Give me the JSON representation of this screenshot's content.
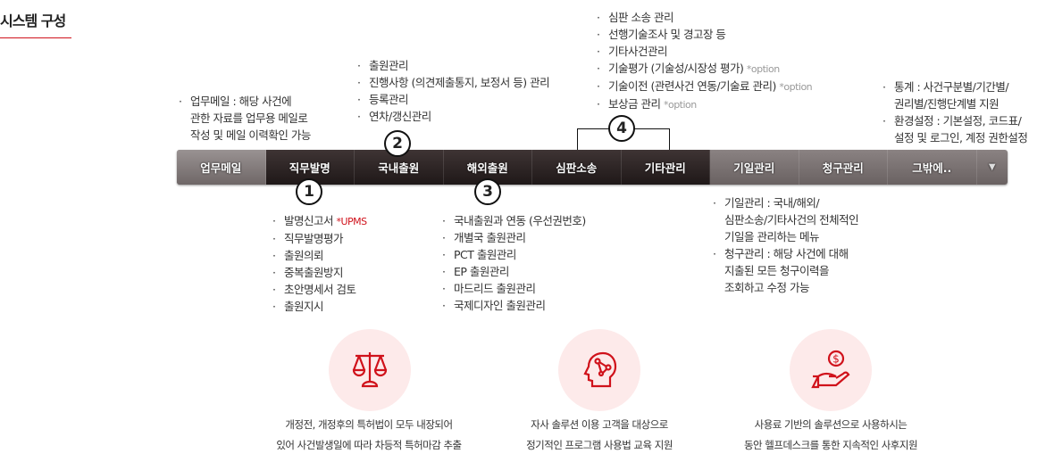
{
  "title": "시스템 구성",
  "nav": [
    "업무메일",
    "직무발명",
    "국내출원",
    "해외출원",
    "심판소송",
    "기타관리",
    "기일관리",
    "청구관리",
    "그밖에.."
  ],
  "badges": [
    "1",
    "2",
    "3",
    "4"
  ],
  "mail_note": [
    "업무메일 : 해당 사건에",
    "관한 자료를 업무용 메일로",
    "작성 및 메일 이력확인 가능"
  ],
  "domestic": [
    "출원관리",
    "진행사항 (의견제출통지, 보정서 등) 관리",
    "등록관리",
    "연차/갱신관리"
  ],
  "litigation": [
    {
      "t": "심판 소송 관리"
    },
    {
      "t": "선행기술조사 및 경고장 등"
    },
    {
      "t": "기타사건관리"
    },
    {
      "t": "기술평가 (기술성/시장성 평가)",
      "o": "*option"
    },
    {
      "t": "기술이전 (관련사건 연동/기술료 관리)",
      "o": "*option"
    },
    {
      "t": "보상금 관리",
      "o": "*option"
    }
  ],
  "etc_note": [
    "통계 : 사건구분별/기간별/",
    "권리별/진행단계별 지원",
    "환경설정 : 기본설정, 코드표/",
    "설정 및 로그인, 계정 권한설정"
  ],
  "invention": {
    "first": "발명신고서",
    "first_tag": "*UPMS",
    "items": [
      "직무발명평가",
      "출원의뢰",
      "중복출원방지",
      "초안명세서 검토",
      "출원지시"
    ]
  },
  "overseas": [
    "국내출원과 연동 (우선권번호)",
    "개별국 출원관리",
    "PCT 출원관리",
    "EP 출원관리",
    "마드리드 출원관리",
    "국제디자인 출원관리"
  ],
  "deadline_note": [
    "기일관리 : 국내/해외/",
    "심판소송/기타사건의 전체적인",
    "기일을 관리하는 메뉴",
    "청구관리 : 해당 사건에 대해",
    "지출된 모든 청구이력을",
    "조회하고 수정 가능"
  ],
  "features": [
    {
      "icon": "scales-icon",
      "lines": [
        "개정전, 개정후의 특허법이 모두 내장되어",
        "있어 사건발생일에 따라 차등적 특허마감 추출"
      ]
    },
    {
      "icon": "head-network-icon",
      "lines": [
        "자사 솔루션 이용 고객을 대상으로",
        "정기적인 프로그램 사용법 교육 지원"
      ]
    },
    {
      "icon": "hand-coin-icon",
      "lines": [
        "사용료 기반의 솔루션으로 사용하시는",
        "동안 헬프데스크를 통한 지속적인 사후지원"
      ]
    }
  ],
  "colors": {
    "accent": "#d0121b",
    "circle": "#fdeaea"
  }
}
